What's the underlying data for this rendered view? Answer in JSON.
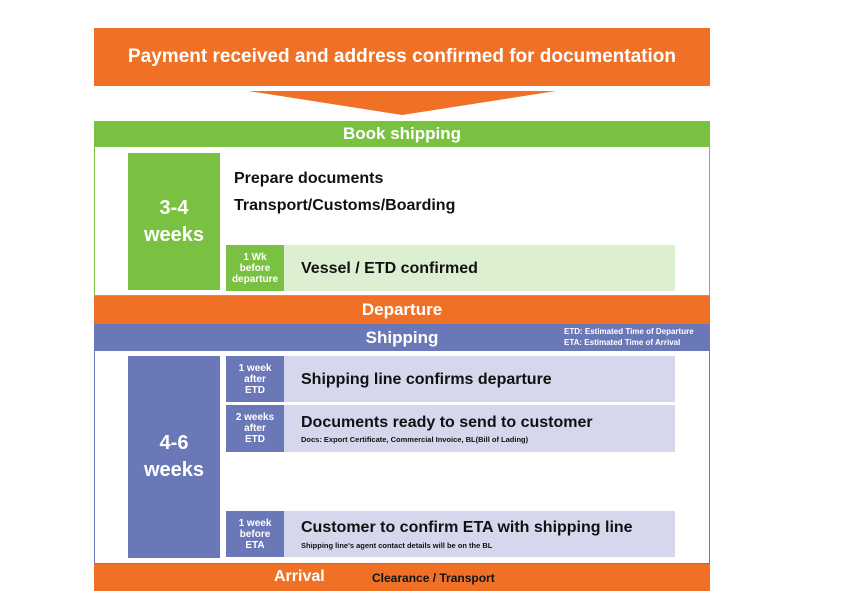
{
  "header": "Payment received and address confirmed for documentation",
  "book_shipping": {
    "label": "Book shipping",
    "duration": "3-4\nweeks",
    "tasks": [
      "Prepare documents",
      "Transport/Customs/Boarding"
    ],
    "milestone": {
      "tag": "1 Wk\nbefore\ndeparture",
      "text": "Vessel / ETD confirmed"
    }
  },
  "departure": {
    "label": "Departure"
  },
  "shipping": {
    "label": "Shipping",
    "notes": [
      "ETD: Estimated Time of Departure",
      "ETA: Estimated Time of Arrival"
    ],
    "duration": "4-6\nweeks",
    "steps": [
      {
        "tag": "1 week\nafter\nETD",
        "text": "Shipping line confirms departure",
        "sub": ""
      },
      {
        "tag": "2 weeks\nafter\nETD",
        "text": "Documents ready to send to customer",
        "sub": "Docs: Export Certificate, Commercial Invoice, BL(Bill of Lading)"
      },
      {
        "tag": "1 week\nbefore\nETA",
        "text": "Customer to confirm ETA with shipping line",
        "sub": "Shipping line's agent contact details will be on the BL"
      }
    ]
  },
  "arrival": {
    "label": "Arrival",
    "detail": "Clearance / Transport"
  },
  "colors": {
    "orange": "#f07125",
    "green": "#7ac142",
    "light_green": "#dcefd0",
    "blue": "#6b78b8",
    "light_blue": "#d5d8ec"
  }
}
